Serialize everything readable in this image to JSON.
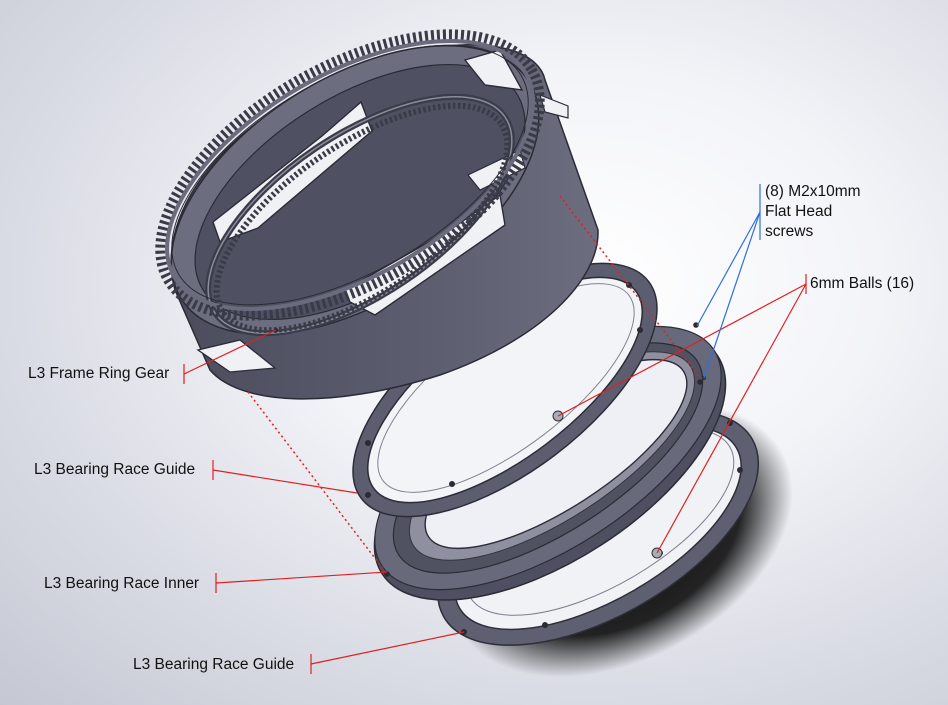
{
  "callouts": {
    "frame_ring_gear": "L3 Frame Ring Gear",
    "race_guide_upper": "L3 Bearing Race Guide",
    "race_inner": "L3 Bearing Race Inner",
    "race_guide_lower": "L3 Bearing Race Guide",
    "screws": "(8) M2x10mm\nFlat Head\nscrews",
    "balls": "6mm Balls (16)"
  },
  "colors": {
    "part_body": "#5a5c6e",
    "part_dark": "#3c3d4b",
    "part_light": "#8a8c9c",
    "leader_red": "#e02020",
    "leader_blue": "#2f6fe0",
    "background": "#e8e9ef"
  }
}
